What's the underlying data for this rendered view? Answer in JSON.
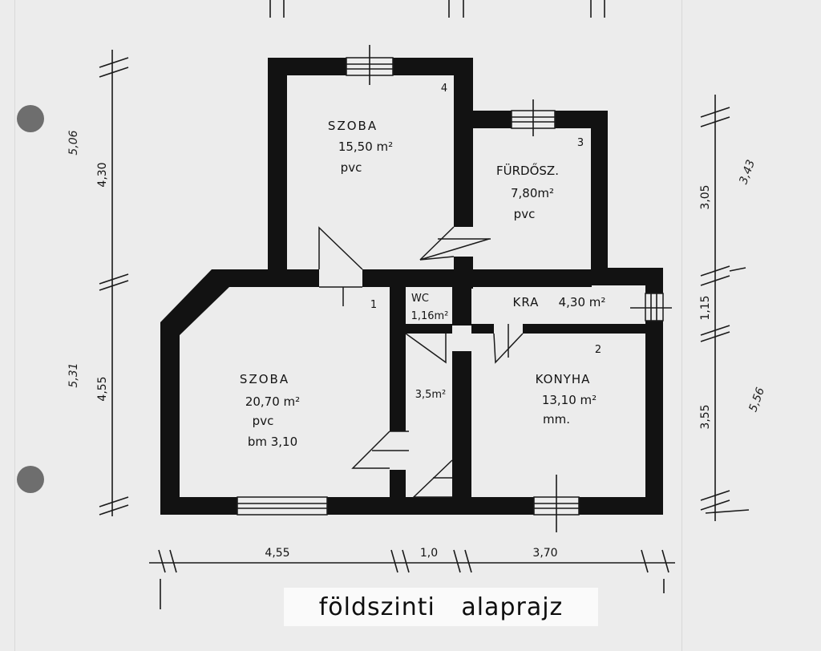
{
  "caption": "földszinti alaprajz",
  "rooms": [
    {
      "name": "SZOBA",
      "area": "15,50 m²",
      "floor": "pvc",
      "extra": "",
      "number": "4"
    },
    {
      "name": "FÜRDŐSZ.",
      "area": "7,80m²",
      "floor": "pvc",
      "extra": "",
      "number": "3"
    },
    {
      "name": "SZOBA",
      "area": "20,70 m²",
      "floor": "pvc",
      "extra": "bm 3,10",
      "number": "1"
    },
    {
      "name": "WC",
      "area": "1,16m²",
      "floor": "",
      "extra": "",
      "number": ""
    },
    {
      "name": "",
      "area": "3,5m²",
      "floor": "",
      "extra": "",
      "number": ""
    },
    {
      "name": "KRA",
      "area": "4,30 m²",
      "floor": "",
      "extra": "",
      "number": ""
    },
    {
      "name": "KONYHA",
      "area": "13,10 m²",
      "floor": "mm.",
      "extra": "",
      "number": "2"
    }
  ],
  "dimensions": {
    "left": [
      "4,30",
      "4,55"
    ],
    "right": [
      "3,05",
      "1,15",
      "3,55"
    ],
    "bottom": [
      "4,55",
      "1,0",
      "3,70"
    ]
  },
  "handwritten": {
    "left_top": "5,06",
    "left_bottom": "5,31",
    "right_top": "3,43",
    "right_bottom": "5,56"
  }
}
